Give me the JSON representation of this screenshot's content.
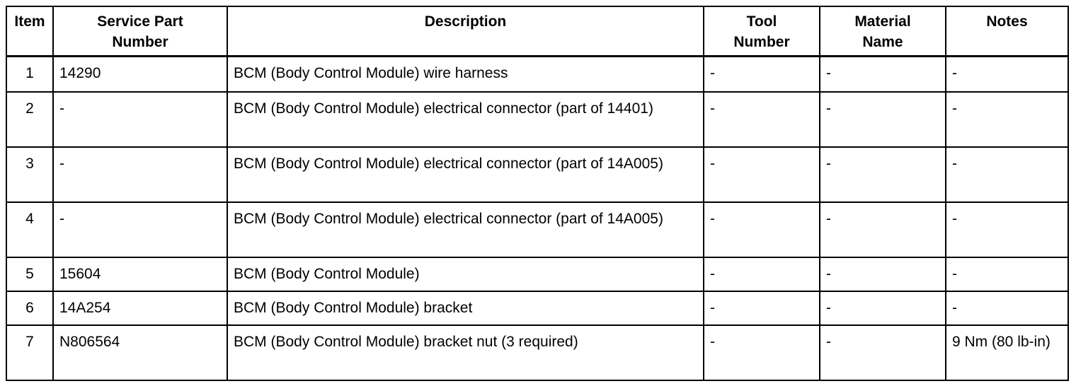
{
  "table": {
    "headers": {
      "item": "Item",
      "service_part_line1": "Service Part",
      "service_part_line2": "Number",
      "description": "Description",
      "tool_line1": "Tool",
      "tool_line2": "Number",
      "material_line1": "Material",
      "material_line2": "Name",
      "notes": "Notes"
    },
    "rows": [
      {
        "item": "1",
        "part": "14290",
        "description": "BCM (Body Control Module) wire harness",
        "tool": "-",
        "material": "-",
        "notes": "-"
      },
      {
        "item": "2",
        "part": "-",
        "description": "BCM (Body Control Module) electrical connector (part of 14401)",
        "tool": "-",
        "material": "-",
        "notes": "-"
      },
      {
        "item": "3",
        "part": "-",
        "description": "BCM (Body Control Module) electrical connector (part of 14A005)",
        "tool": "-",
        "material": "-",
        "notes": "-"
      },
      {
        "item": "4",
        "part": "-",
        "description": "BCM (Body Control Module) electrical connector (part of 14A005)",
        "tool": "-",
        "material": "-",
        "notes": "-"
      },
      {
        "item": "5",
        "part": "15604",
        "description": "BCM (Body Control Module)",
        "tool": "-",
        "material": "-",
        "notes": "-"
      },
      {
        "item": "6",
        "part": "14A254",
        "description": "BCM (Body Control Module) bracket",
        "tool": "-",
        "material": "-",
        "notes": "-"
      },
      {
        "item": "7",
        "part": "N806564",
        "description": "BCM (Body Control Module) bracket nut (3 required)",
        "tool": "-",
        "material": "-",
        "notes": "9 Nm (80 lb-in)"
      }
    ]
  }
}
